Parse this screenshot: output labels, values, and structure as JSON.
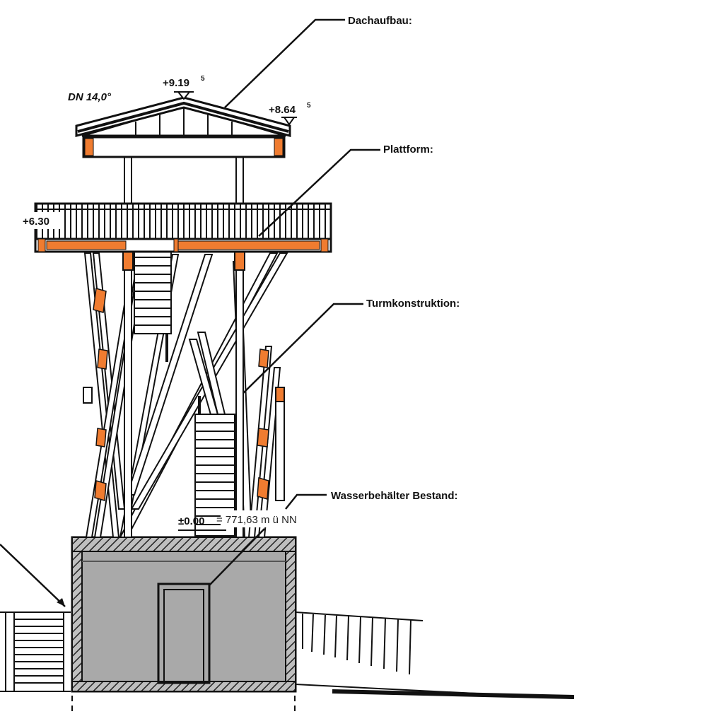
{
  "labels": {
    "roof": "Dachaufbau:",
    "platform": "Plattform:",
    "tower": "Turmkonstruktion:",
    "tank": "Wasserbehälter Bestand:"
  },
  "elevations": {
    "roof_pitch": "DN 14,0°",
    "ridge": "+9.19",
    "ridge_sup": "5",
    "eave": "+8.64",
    "eave_sup": "5",
    "platform": "+6.30",
    "ground": "±0.00",
    "ground_nn": "= 771,63 m ü NN"
  },
  "colors": {
    "accent_orange": "#f07c30",
    "line": "#111111",
    "tank_fill": "#a9a9a9"
  }
}
